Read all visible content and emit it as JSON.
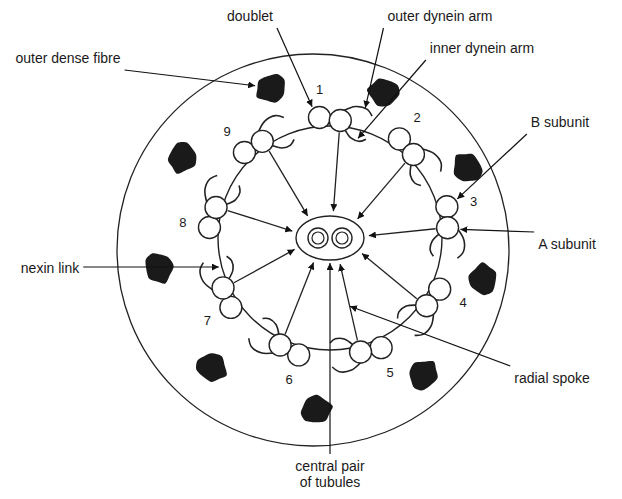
{
  "diagram": {
    "labels": [
      "doublet",
      "outer dynein arm",
      "inner dynein arm",
      "outer dense fibre",
      "1",
      "2",
      "B subunit",
      "3",
      "9",
      "nexin link",
      "8",
      "A subunit",
      "4",
      "radial spoke",
      "7",
      "5",
      "6",
      "central pair of tubules"
    ]
  }
}
